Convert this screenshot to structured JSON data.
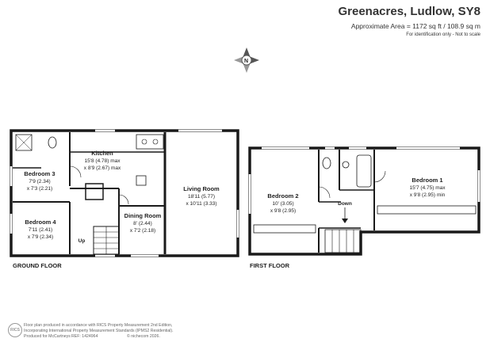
{
  "header": {
    "title": "Greenacres, Ludlow, SY8",
    "area": "Approximate Area = 1172 sq ft / 108.9 sq m",
    "note": "For identification only - Not to scale"
  },
  "compass": {
    "label": "N"
  },
  "ground_floor": {
    "label": "GROUND FLOOR",
    "up_label": "Up",
    "rooms": {
      "kitchen": {
        "name": "Kitchen",
        "dim1": "15'8 (4.78) max",
        "dim2": "x 8'9 (2.67) max"
      },
      "bedroom3": {
        "name": "Bedroom 3",
        "dim1": "7'9 (2.34)",
        "dim2": "x 7'3 (2.21)"
      },
      "bedroom4": {
        "name": "Bedroom 4",
        "dim1": "7'11 (2.41)",
        "dim2": "x 7'9 (2.34)"
      },
      "living": {
        "name": "Living Room",
        "dim1": "18'11 (5.77)",
        "dim2": "x 10'11 (3.33)"
      },
      "dining": {
        "name": "Dining Room",
        "dim1": "8' (2.44)",
        "dim2": "x 7'2 (2.18)"
      }
    }
  },
  "first_floor": {
    "label": "FIRST FLOOR",
    "down_label": "Down",
    "rooms": {
      "bedroom2": {
        "name": "Bedroom 2",
        "dim1": "10' (3.05)",
        "dim2": "x 9'8 (2.95)"
      },
      "bedroom1": {
        "name": "Bedroom 1",
        "dim1": "15'7 (4.75) max",
        "dim2": "x 9'8 (2.95) min"
      }
    }
  },
  "footer": {
    "line1": "Floor plan produced in accordance with RICS Property Measurement 2nd Edition,",
    "line2": "Incorporating International Property Measurement Standards (IPMS2 Residential).",
    "line3": "Produced for McCartneys",
    "ref": "REF: 1424964",
    "copyright": "© nichecom 2026.",
    "logo": "RICS"
  }
}
